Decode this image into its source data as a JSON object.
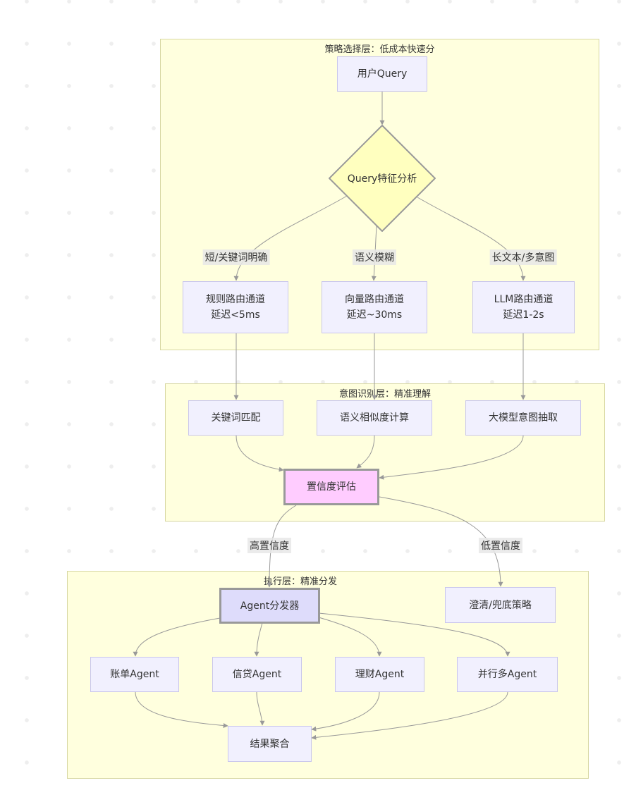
{
  "clusters": {
    "strategy": "策略选择层：低成本快速分",
    "intent": "意图识别层：精准理解",
    "exec": "执行层：精准分发"
  },
  "nodes": {
    "user_query": "用户Query",
    "analysis": "Query特征分析",
    "rule_route": [
      "规则路由通道",
      "延迟<5ms"
    ],
    "vector_route": [
      "向量路由通道",
      "延迟~30ms"
    ],
    "llm_route": [
      "LLM路由通道",
      "延迟1-2s"
    ],
    "keyword_match": "关键词匹配",
    "semantic_sim": "语义相似度计算",
    "llm_extract": "大模型意图抽取",
    "confidence": "置信度评估",
    "dispatcher": "Agent分发器",
    "fallback": "澄清/兜底策略",
    "bill_agent": "账单Agent",
    "credit_agent": "信贷Agent",
    "wealth_agent": "理财Agent",
    "parallel_agent": "并行多Agent",
    "aggregate": "结果聚合"
  },
  "edge_labels": {
    "short_kw": "短/关键词明确",
    "vague": "语义模糊",
    "long_multi": "长文本/多意图",
    "high_conf": "高置信度",
    "low_conf": "低置信度"
  },
  "colors": {
    "cluster_fill": "#ffffde",
    "cluster_border": "#d7d7a2",
    "node_fill": "#f1f0fe",
    "node_border": "#c9c6ec",
    "decision_fill": "#ffffbf",
    "confidence_fill": "#ffccff",
    "dispatcher_fill": "#dedcfb",
    "edge": "#999999"
  }
}
